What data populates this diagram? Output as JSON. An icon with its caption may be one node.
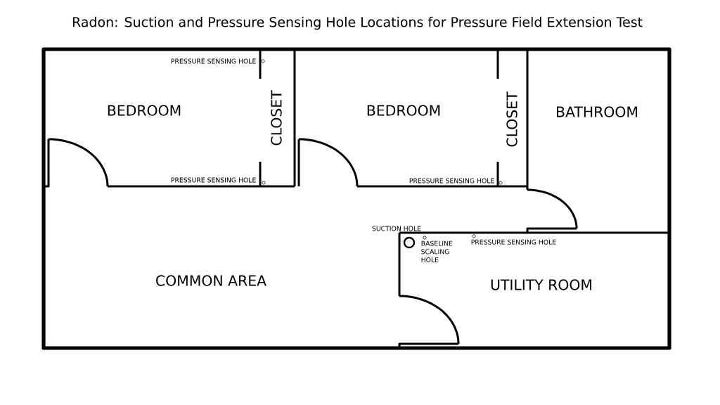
{
  "diagram": {
    "title": "Radon: Suction and Pressure Sensing Hole Locations for Pressure Field Extension Test",
    "nodes": [
      {
        "text": [],
        "shape": "circle",
        "beside": [
          "PRESSURE SENSING HOLE"
        ]
      },
      {
        "text": [],
        "shape": "circle",
        "beside": [
          "PRESSURE SENSING HOLE"
        ]
      },
      {
        "text": [],
        "shape": "circle",
        "beside": [
          "PRESSURE SENSING HOLE"
        ]
      },
      {
        "text": [],
        "shape": "circle",
        "beside": [
          "SUCTION HOLE"
        ]
      },
      {
        "text": [],
        "shape": "circle",
        "beside": [
          "BASELINE SCALING HOLE"
        ]
      },
      {
        "text": [],
        "shape": "circle",
        "beside": [
          "PRESSURE SENSING HOLE"
        ]
      }
    ],
    "labels": [
      "BEDROOM",
      "CLOSET",
      "BEDROOM",
      "CLOSET",
      "BATHROOM",
      "COMMON AREA",
      "UTILITY ROOM"
    ]
  }
}
